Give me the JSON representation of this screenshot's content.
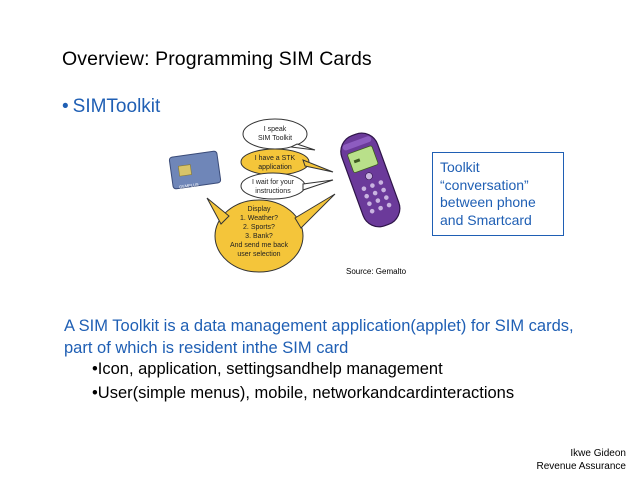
{
  "slide": {
    "title": "Overview: Programming SIM Cards",
    "bullet": "SIMToolkit",
    "callout_lines": [
      "Toolkit",
      "“conversation”",
      "between phone",
      "and Smartcard"
    ],
    "source": "Source: Gemalto",
    "description": "A SIM Toolkit is a data management application(applet) for SIM cards, part of which is resident inthe SIM card",
    "sub_bullets": [
      "•Icon, application, settingsandhelp management",
      "•User(simple menus), mobile, networkandcardinteractions"
    ],
    "footer": {
      "name": "Ikwe Gideon",
      "dept": "Revenue Assurance"
    }
  },
  "illustration": {
    "bubbles": {
      "speak": [
        "I speak",
        "SIM Toolkit"
      ],
      "stk": [
        "I have a STK",
        "application"
      ],
      "wait": [
        "I wait for your",
        "instructions"
      ],
      "menu": [
        "Display",
        "1. Weather?",
        "2. Sports?",
        "3. Bank?",
        "And send me back",
        "user selection"
      ]
    },
    "card_label": "GEMPLUS",
    "colors": {
      "bubble": "#f4c53a",
      "phone": "#6b3a9a",
      "screen": "#b9e08a",
      "card": "#6f86b8"
    }
  }
}
